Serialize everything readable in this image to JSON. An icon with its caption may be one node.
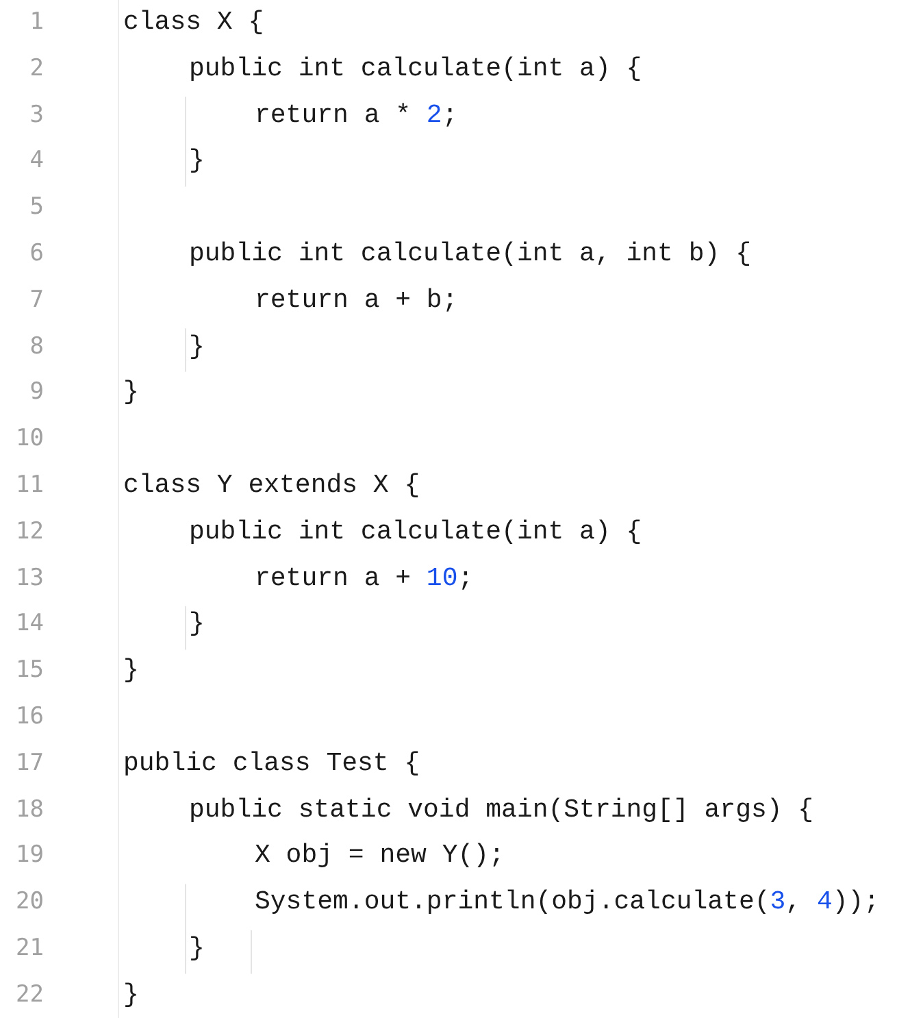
{
  "diagram": {
    "labels": [
      "1",
      "class X {",
      "2",
      "public int calculate(int a) {",
      "3",
      "return a * 2;",
      "4",
      "}",
      "5",
      "6",
      "public int calculate(int a, int b) {",
      "7",
      "return a + b;",
      "8",
      "}",
      "9",
      "}",
      "10",
      "11",
      "class Y extends X {",
      "12",
      "public int calculate(int a) {",
      "13",
      "return a + 10;",
      "14",
      "}",
      "15",
      "}",
      "16",
      "17",
      "public class Test {",
      "18",
      "public static void main(String[] args) {",
      "19",
      "X obj = new Y();",
      "20",
      "System.out.println(obj.calculate(3, 4));",
      "21",
      "}",
      "22",
      "}"
    ]
  }
}
